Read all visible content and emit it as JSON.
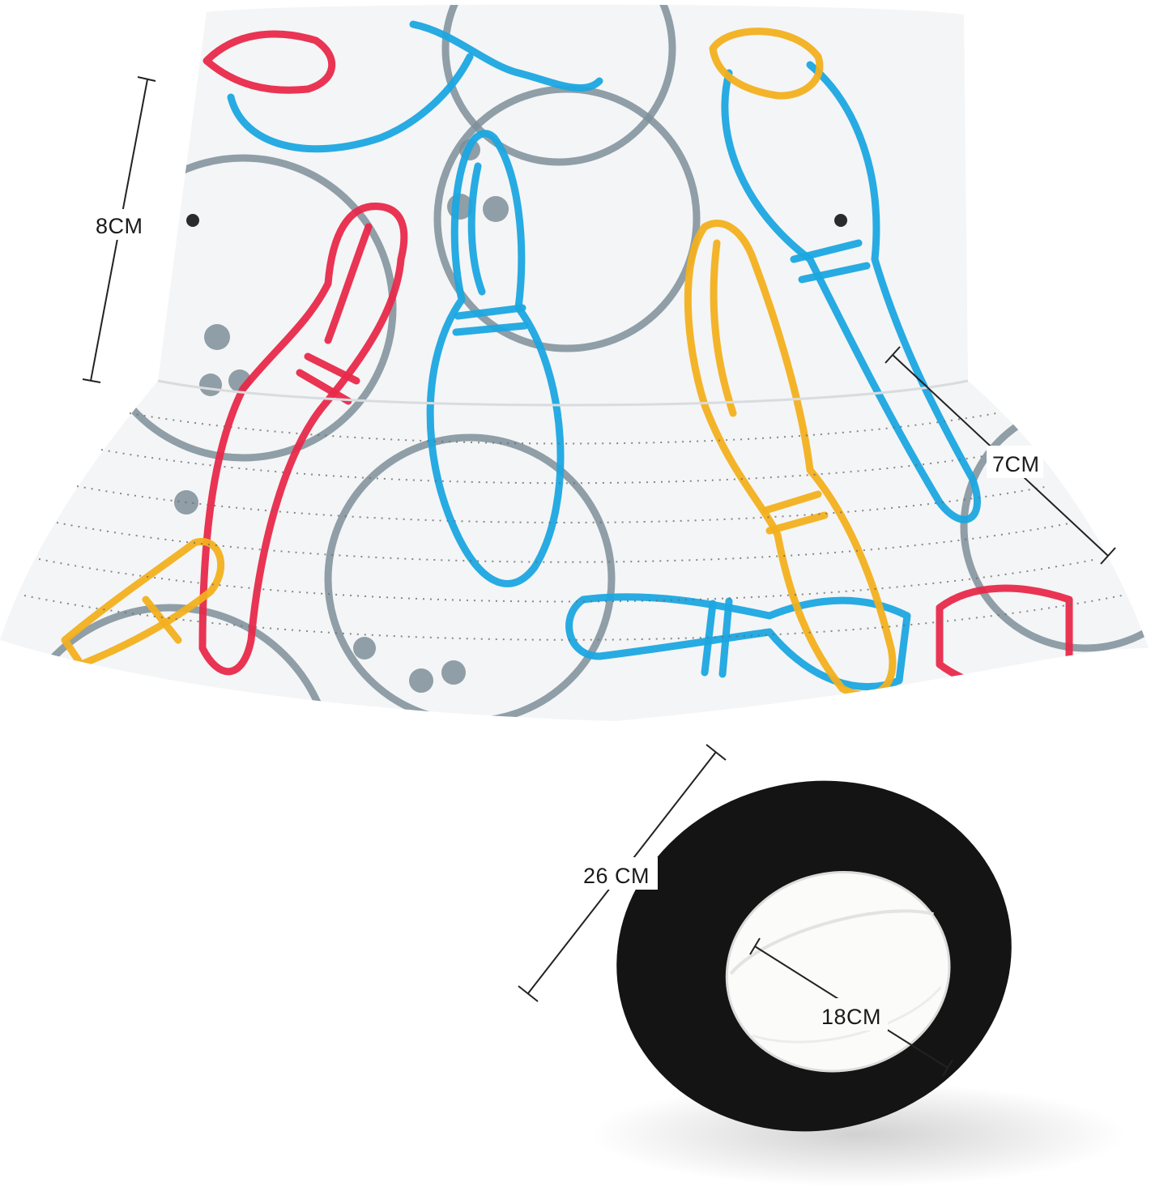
{
  "dimensions": {
    "height_label": "8CM",
    "brim_label": "7CM",
    "circumference_label": "26 CM",
    "inner_label": "18CM"
  },
  "colors": {
    "background": "#ffffff",
    "hat_fabric": "#f4f5f6",
    "pin_red": "#e8294a",
    "pin_blue": "#1ba6e0",
    "pin_yellow": "#f2b01e",
    "ball_gray": "#7d8e99",
    "lining_black": "#141414",
    "lining_white": "#fbfbf9"
  },
  "icons": [
    "bowling-pin-icon",
    "bowling-ball-icon",
    "eyelet-icon",
    "dimension-line-icon"
  ]
}
